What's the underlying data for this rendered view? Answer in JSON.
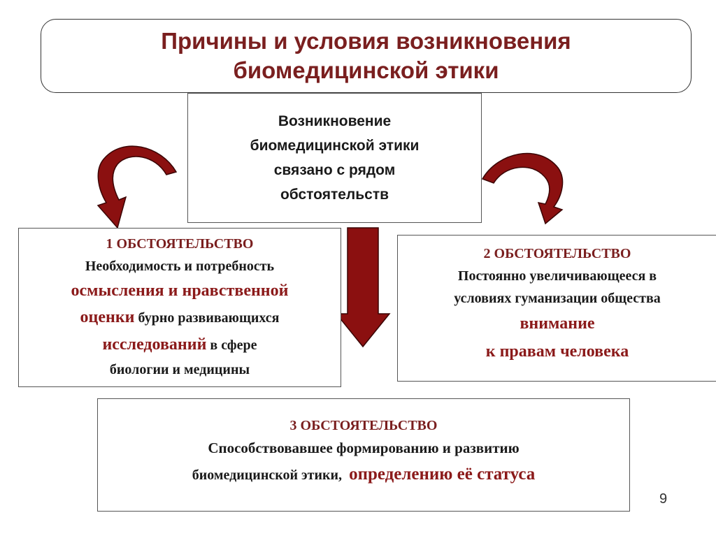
{
  "title": {
    "line1": "Причины и условия возникновения",
    "line2": "биомедицинской этики"
  },
  "center": {
    "line1": "Возникновение",
    "line2": "биомедицинской этики",
    "line3": "связано с рядом",
    "line4": "обстоятельств"
  },
  "box1": {
    "header": "1 ОБСТОЯТЕЛЬСТВО",
    "l1": "Необходимость и потребность",
    "l2": "осмысления и нравственной",
    "l3a": "оценки",
    "l3b": " бурно развивающихся",
    "l4a": "исследований",
    "l4b": " в сфере",
    "l5": "биологии и медицины"
  },
  "box2": {
    "header": "2 ОБСТОЯТЕЛЬСТВО",
    "l1": "Постоянно увеличивающееся в",
    "l2": "условиях гуманизации общества",
    "l3": "внимание",
    "l4": "к правам человека"
  },
  "box3": {
    "header": "3 ОБСТОЯТЕЛЬСТВО",
    "l1": "Способствовавшее формированию и развитию",
    "l2a": "биомедицинской этики,",
    "l2b": "определению  её статуса"
  },
  "slide_number": "9",
  "colors": {
    "title": "#7a1f1f",
    "accent": "#8b1a1a",
    "arrow_fill": "#8b1010",
    "arrow_dark": "#5a0a0a"
  }
}
